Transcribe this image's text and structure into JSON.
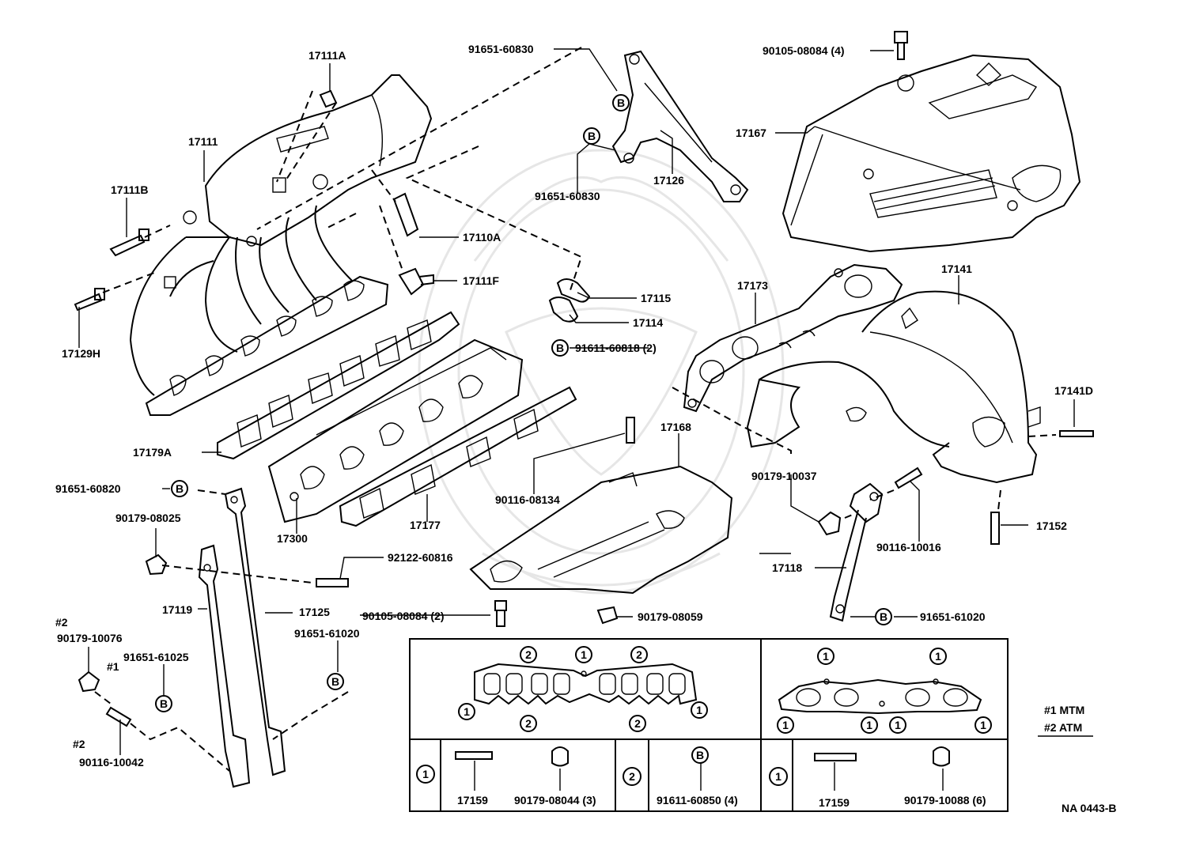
{
  "diagram_id": "NA 0443-B",
  "legend": {
    "mtm": "#1 MTM",
    "atm": "#2 ATM"
  },
  "labels": {
    "p17111A": "17111A",
    "p17111": "17111",
    "p17111B": "17111B",
    "p17129H": "17129H",
    "p17110A": "17110A",
    "p17111F": "17111F",
    "p91651_60830a": "91651-60830",
    "p91651_60830b": "91651-60830",
    "p17126": "17126",
    "p90105_08084_4": "90105-08084 (4)",
    "p17167": "17167",
    "p17115": "17115",
    "p17114": "17114",
    "p91611_60818_2": "91611-60818 (2)",
    "p17173": "17173",
    "p17141": "17141",
    "p17141D": "17141D",
    "p17179A": "17179A",
    "p17300": "17300",
    "p17177": "17177",
    "p17168": "17168",
    "p90116_08134": "90116-08134",
    "p90179_10037": "90179-10037",
    "p90116_10016": "90116-10016",
    "p17152": "17152",
    "p91651_60820": "91651-60820",
    "p90179_08025": "90179-08025",
    "p92122_60816": "92122-60816",
    "p17119": "17119",
    "p17125": "17125",
    "p17118": "17118",
    "p91651_61020a": "91651-61020",
    "p91651_61020b": "91651-61020",
    "p90105_08084_2": "90105-08084 (2)",
    "p90179_08059": "90179-08059",
    "p2_atm_a": "#2",
    "p90179_10076": "90179-10076",
    "p1_mtm": "#1",
    "p91651_61025": "91651-61025",
    "p2_atm_b": "#2",
    "p90116_10042": "90116-10042",
    "t_17159a": "17159",
    "t_90179_08044": "90179-08044 (3)",
    "t_91611_60850": "91611-60850 (4)",
    "t_17159b": "17159",
    "t_90179_10088": "90179-10088 (6)"
  },
  "marks": {
    "B": "B",
    "one": "1",
    "two": "2"
  }
}
